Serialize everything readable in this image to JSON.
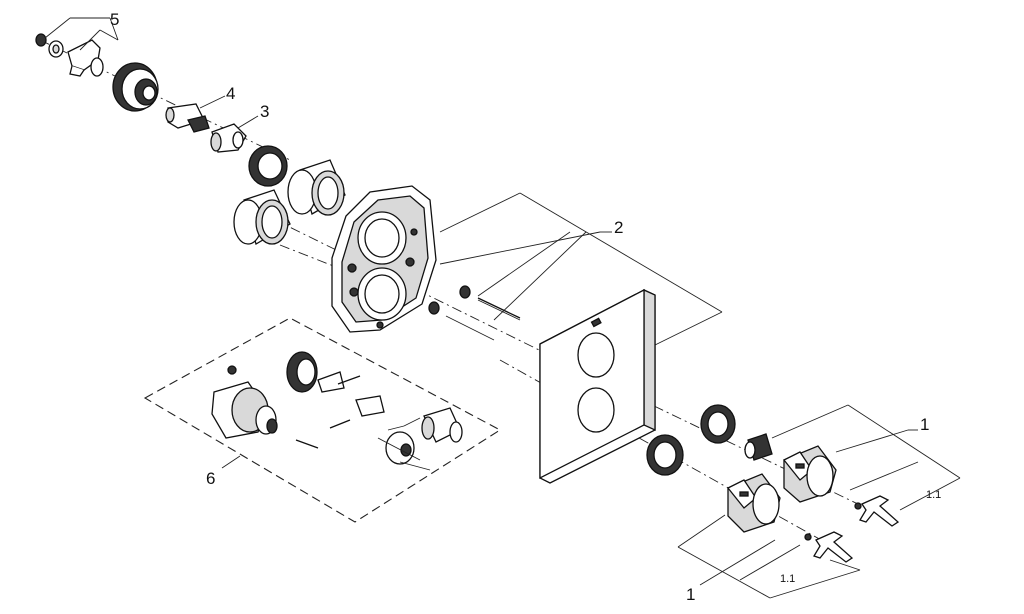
{
  "callouts": {
    "n1a": "1",
    "n1b": "1",
    "n1_1a": "1.1",
    "n1_1b": "1.1",
    "n2": "2",
    "n3": "3",
    "n4": "4",
    "n5": "5",
    "n6": "6"
  }
}
